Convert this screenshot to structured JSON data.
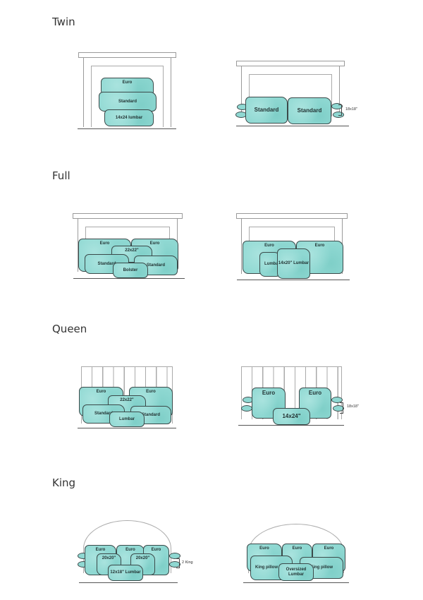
{
  "sections": [
    {
      "title": "Twin",
      "left": {
        "pillows": [
          "Euro",
          "Standard",
          "14x24 lumbar"
        ]
      },
      "right": {
        "pillows": [
          "Standard",
          "Standard"
        ],
        "dimension": "18x18\""
      }
    },
    {
      "title": "Full",
      "left": {
        "pillows": [
          "Euro",
          "Euro",
          "22x22\"",
          "Standard",
          "Standard",
          "Bolster"
        ]
      },
      "right": {
        "pillows": [
          "Euro",
          "Euro",
          "Lumbar",
          "14x20\" Lumbar"
        ]
      }
    },
    {
      "title": "Queen",
      "left": {
        "pillows": [
          "Euro",
          "Euro",
          "22x22\"",
          "Standard",
          "Standard",
          "Lumbar"
        ]
      },
      "right": {
        "pillows": [
          "Euro",
          "Euro",
          "14x24\""
        ],
        "dimension": "18x18\""
      }
    },
    {
      "title": "King",
      "left": {
        "pillows": [
          "Euro",
          "Euro",
          "Euro",
          "20x20\"",
          "20x20\"",
          "12x18\" Lumbar"
        ],
        "dimension": "2 King"
      },
      "right": {
        "pillows": [
          "Euro",
          "Euro",
          "Euro",
          "King pillow",
          "King pillow",
          "Oversized Lumbar"
        ]
      }
    }
  ],
  "colors": {
    "pillow": "#8fd8d2",
    "outline": "#3b4a4a",
    "headboard": "#9a9a9a"
  }
}
